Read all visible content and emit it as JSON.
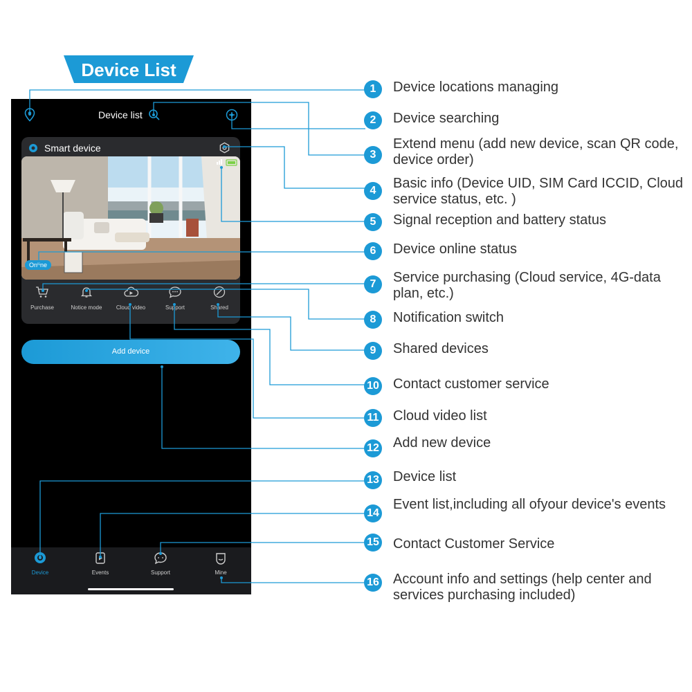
{
  "banner": {
    "title": "Device List"
  },
  "app": {
    "title": "Device list",
    "card_title": "Smart device",
    "online_badge": "Online",
    "actions": [
      "Purchase",
      "Notice mode",
      "Cloud video",
      "Support",
      "Shared"
    ],
    "add_device": "Add device",
    "tabs": [
      "Device",
      "Events",
      "Support",
      "Mine"
    ]
  },
  "callouts": [
    {
      "n": "1",
      "text": "Device locations managing"
    },
    {
      "n": "2",
      "text": "Device searching"
    },
    {
      "n": "3",
      "text": "Extend menu (add new device, scan QR code, device order)"
    },
    {
      "n": "4",
      "text": "Basic info (Device UID, SIM Card ICCID, Cloud service status, etc. )"
    },
    {
      "n": "5",
      "text": "Signal reception and battery status"
    },
    {
      "n": "6",
      "text": "Device online status"
    },
    {
      "n": "7",
      "text": "Service purchasing (Cloud service, 4G-data plan, etc.)"
    },
    {
      "n": "8",
      "text": "Notification switch"
    },
    {
      "n": "9",
      "text": "Shared devices"
    },
    {
      "n": "10",
      "text": "Contact customer service"
    },
    {
      "n": "11",
      "text": "Cloud video list"
    },
    {
      "n": "12",
      "text": "Add new device"
    },
    {
      "n": "13",
      "text": "Device list"
    },
    {
      "n": "14",
      "text": "Event list,including all ofyour device's events"
    },
    {
      "n": "15",
      "text": "Contact Customer Service"
    },
    {
      "n": "16",
      "text": "Account info and settings (help center and services purchasing included)"
    }
  ],
  "colors": {
    "accent": "#1c9ad6",
    "phone_bg": "#000000",
    "card_bg": "#2a2b2e"
  }
}
